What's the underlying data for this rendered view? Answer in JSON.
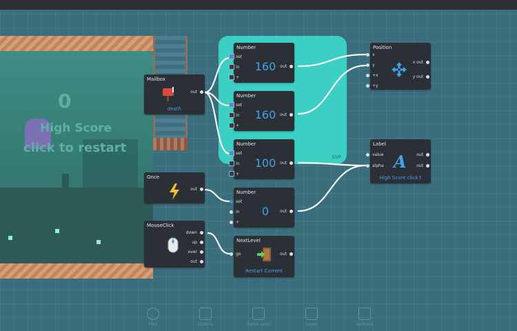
{
  "game_preview": {
    "score": "0",
    "high_score_text": "High Score",
    "restart_text": "click to restart"
  },
  "group": {
    "label": "SVP"
  },
  "nodes": {
    "mailbox": {
      "title": "Mailbox",
      "out": "out",
      "value": "death",
      "icon": "mailbox-icon"
    },
    "once": {
      "title": "Once",
      "out": "out",
      "icon": "lightning-icon"
    },
    "mouseclick": {
      "title": "MouseClick",
      "ports": [
        "down",
        "up",
        "over",
        "out"
      ],
      "icon": "mouse-icon"
    },
    "number1": {
      "title": "Number",
      "ports": [
        "set",
        "in",
        "+"
      ],
      "value": "160",
      "out": "out"
    },
    "number2": {
      "title": "Number",
      "ports": [
        "set",
        "in",
        "+"
      ],
      "value": "160",
      "out": "out"
    },
    "number3": {
      "title": "Number",
      "ports": [
        "set",
        "in",
        "+"
      ],
      "value": "100",
      "out": "out"
    },
    "number4": {
      "title": "Number",
      "ports": [
        "set",
        "in",
        "+"
      ],
      "value": "0",
      "out": "out"
    },
    "nextlevel": {
      "title": "NextLevel",
      "in": "go",
      "out": "out",
      "value": "Restart Current",
      "icon": "exit-door-icon"
    },
    "position": {
      "title": "Position",
      "ports": [
        "x",
        "y",
        "+x",
        "+y"
      ],
      "outs": [
        "x out",
        "y out"
      ],
      "icon": "move-arrows-icon"
    },
    "label": {
      "title": "Label",
      "ports": [
        "value",
        "alpha"
      ],
      "outs": [
        "out",
        "out"
      ],
      "value": "High Score click t",
      "icon": "letter-a-icon"
    }
  },
  "dock": {
    "items": [
      {
        "label": "Play",
        "icon": "play-icon"
      },
      {
        "label": "Objects",
        "icon": "cube-icon"
      },
      {
        "label": "Game Level",
        "icon": "image-icon"
      },
      {
        "label": "Layer",
        "icon": "layers-icon"
      },
      {
        "label": "Settings",
        "icon": "sliders-icon"
      }
    ]
  },
  "colors": {
    "background": "#3b6e7c",
    "node": "#2a3036",
    "group": "#3ccfc4",
    "accent": "#44a2e8",
    "wire": "#ffffff"
  }
}
